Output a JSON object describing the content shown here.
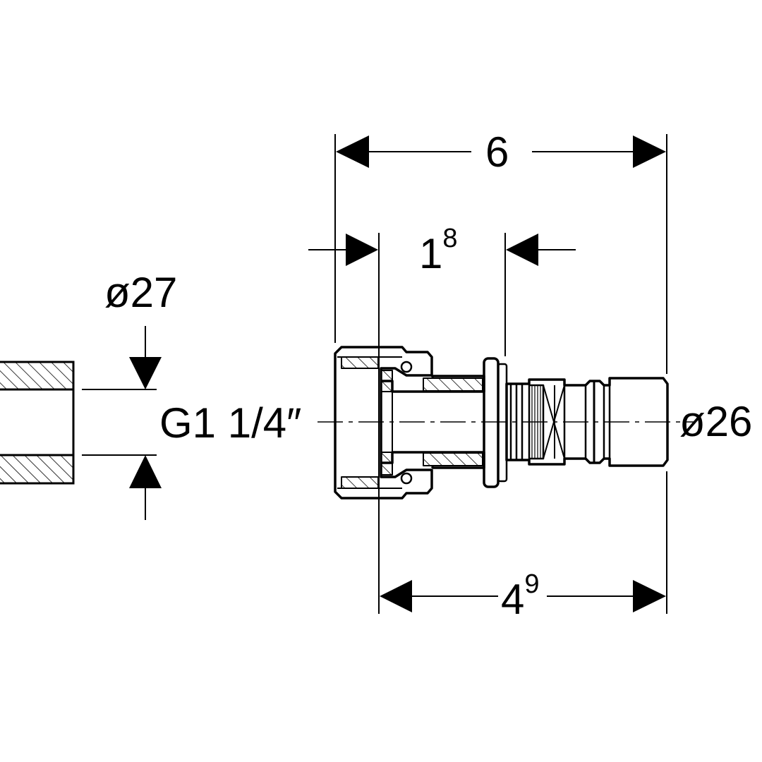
{
  "dimensions": {
    "overall_length": "6",
    "nut_length_base": "1",
    "nut_length_sup": "8",
    "body_length_base": "4",
    "body_length_sup": "9",
    "pipe_diameter": "ø27",
    "thread_size": "G1 1/4″",
    "spigot_diameter": "ø26"
  },
  "colors": {
    "line": "#000000",
    "background": "#ffffff"
  }
}
